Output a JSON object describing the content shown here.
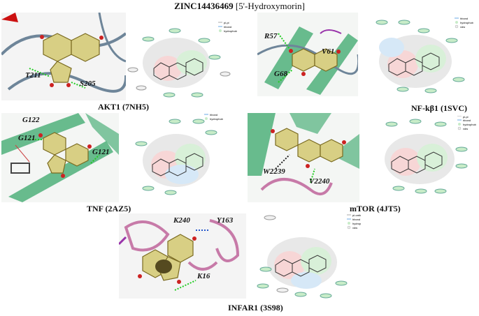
{
  "title": {
    "id": "ZINC14436469",
    "name": "[5'-Hydroxymorin]"
  },
  "panels": [
    {
      "caption": "AKT1 (7NH5)",
      "residues3d": [
        "T211",
        "S205"
      ]
    },
    {
      "caption": "NF-kβ1 (1SVC)",
      "residues3d": [
        "R57",
        "V61",
        "G68"
      ]
    },
    {
      "caption": "TNF (2AZ5)",
      "residues3d": [
        "G122",
        "G121",
        "G121"
      ]
    },
    {
      "caption": "mTOR (4JT5)",
      "residues3d": [
        "W2239",
        "V2240"
      ]
    },
    {
      "caption": "INFAR1 (3S98)",
      "residues3d": [
        "K240",
        "Y163",
        "K16"
      ]
    }
  ],
  "legends": {
    "akt1": [
      "pi-pi",
      "hbond",
      "hydrophob"
    ],
    "nfkb": [
      "hbond",
      "hydrophob",
      "vdw"
    ],
    "tnf": [
      "hbond",
      "hydrophob"
    ],
    "mtor": [
      "pi-pi",
      "hbond",
      "hydrophob",
      "vdw"
    ],
    "infar": [
      "pi-cation",
      "hbond",
      "hydrophob",
      "vdw"
    ]
  },
  "colors": {
    "ribbon": "#4fb07a",
    "ligand": "#d8cf84",
    "hbond": "#22cc22",
    "residue": "#c77aa8",
    "pocket": "#e8e8e8"
  }
}
